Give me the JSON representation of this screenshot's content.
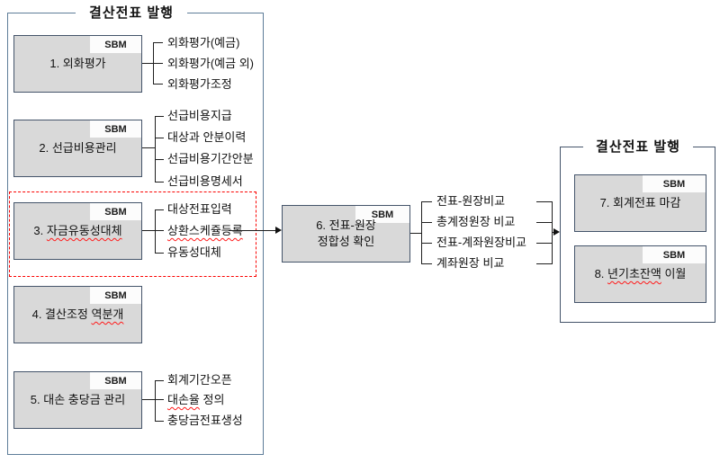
{
  "sbm_tag": "SBM",
  "left": {
    "title": "결산전표 발행",
    "box1": {
      "label": "1. 외화평가",
      "items": [
        "외화평가(예금)",
        "외화평가(예금 외)",
        "외화평가조정"
      ]
    },
    "box2": {
      "label": "2. 선급비용관리",
      "items": [
        "선급비용지급",
        "대상과 안분이력",
        "선급비용기간안분",
        "선급비용명세서"
      ]
    },
    "box3": {
      "prefix": "3. ",
      "wavy": "자금유동성대체",
      "items": [
        "대상전표입력",
        "상환스케쥴등록",
        "유동성대체"
      ]
    },
    "box4": {
      "prefix": "4. 결산조정 ",
      "wavy": "역분개"
    },
    "box5": {
      "label": "5. 대손 충당금 관리",
      "item1": "회계기간오픈",
      "item2_wavy": "대손율",
      "item2_rest": " 정의",
      "item3": "충당금전표생성"
    }
  },
  "middle": {
    "box6": {
      "line1": "6. 전표-원장",
      "line2": "정합성 확인"
    },
    "items": [
      "전표-원장비교",
      "총계정원장 비교",
      "전표-계좌원장비교",
      "계좌원장 비교"
    ]
  },
  "right": {
    "title": "결산전표 발행",
    "box7": {
      "label": "7. 회계전표 마감"
    },
    "box8": {
      "prefix": "8. ",
      "wavy": "년기초잔액",
      "suffix": " 이월"
    }
  },
  "colors": {
    "box_fill": "#d9d9d9",
    "box_border": "#44546a",
    "left_frame_border": "#5e7d99",
    "right_frame_border": "#44546a",
    "highlight_dashed": "#fb0200",
    "connector_line": "#1f1f1f",
    "wavy_underline": "#ff1a1a",
    "tab_bg": "#fcfcfc"
  }
}
